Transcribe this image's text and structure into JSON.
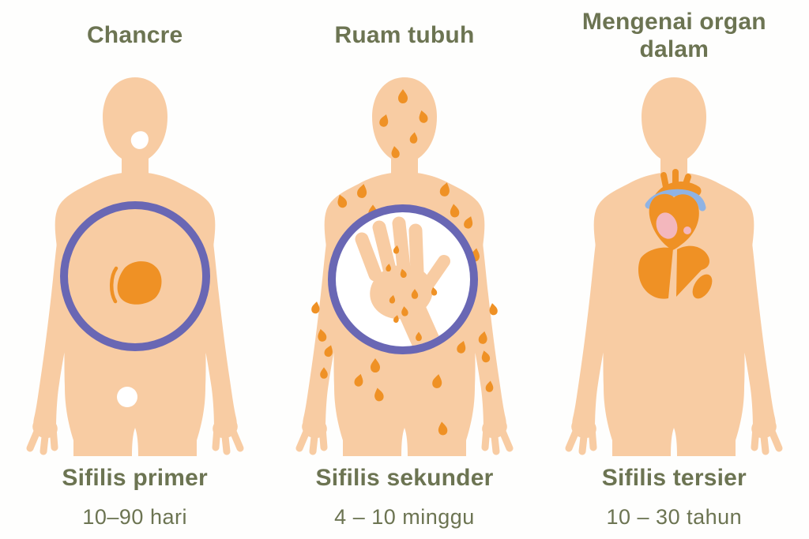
{
  "title_implicit": "Tahapan sifilis",
  "stages": [
    {
      "symptom_title": "Chancre",
      "stage_name": "Sifilis primer",
      "duration": "10–90 hari",
      "illustration": "body-with-chancre-sore-highlight-circle"
    },
    {
      "symptom_title": "Ruam tubuh",
      "stage_name": "Sifilis sekunder",
      "duration": "4 – 10 minggu",
      "illustration": "body-with-rash-and-hand-highlight-circle"
    },
    {
      "symptom_title": "Mengenai organ dalam",
      "stage_name": "Sifilis tersier",
      "duration": "10 – 30 tahun",
      "illustration": "body-with-internal-organs"
    }
  ],
  "colors": {
    "skin": "#F8CCA3",
    "lesion_orange": "#EF9125",
    "highlight_circle_purple": "#6967B4",
    "text_green": "#6C7452",
    "heart_chamber_pink": "#F3B7BD",
    "vessel_blue": "#8FB3E4",
    "background": "#FEFEFD"
  }
}
